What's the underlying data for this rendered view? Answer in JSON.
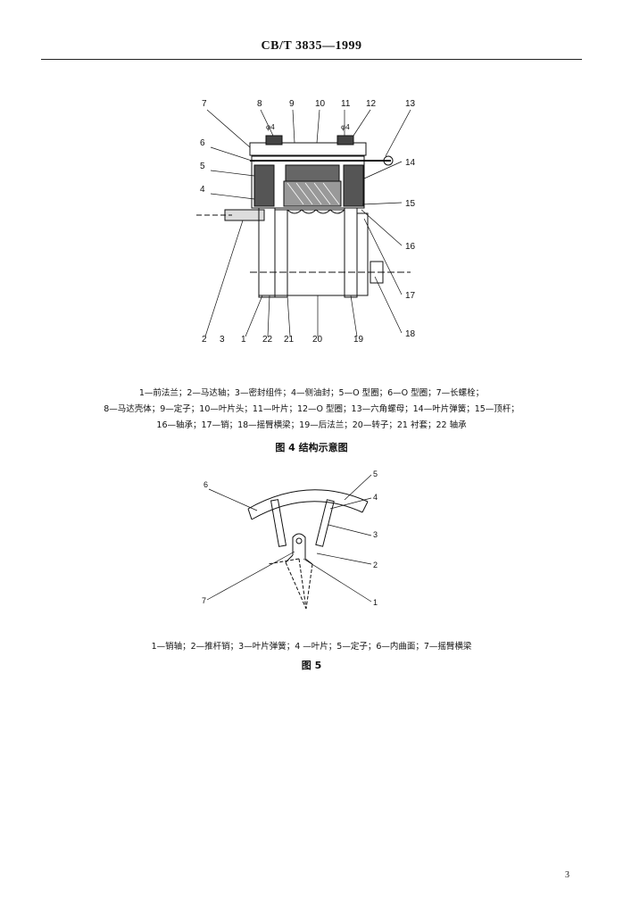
{
  "header": {
    "standard": "CB/T  3835—1999"
  },
  "figure4": {
    "callouts_top": [
      "7",
      "8",
      "9",
      "10",
      "11",
      "12",
      "13"
    ],
    "callouts_left": [
      "6",
      "5",
      "4"
    ],
    "callouts_right": [
      "14",
      "15",
      "16",
      "17",
      "18"
    ],
    "callouts_bottom": [
      "2",
      "3",
      "22",
      "1",
      "21",
      "20",
      "19"
    ],
    "dim_left": "φ4",
    "dim_right": "φ4",
    "legend_lines": [
      "1—前法兰；2—马达轴；3—密封组件；4—侧油封；5—O 型圈；6—O 型圈；7—长螺栓；",
      "8—马达壳体；9—定子；10—叶片头；11—叶片；12—O 型圈；13—六角螺母；14—叶片弹簧；15—顶杆；",
      "16—轴承；17—销；18—摇臂横梁；19—后法兰；20—转子；21  衬套；22  轴承"
    ],
    "title": "图 4   结构示意图"
  },
  "figure5": {
    "callouts": [
      "6",
      "5",
      "4",
      "3",
      "2",
      "1",
      "7"
    ],
    "legend": "1—销轴；2—推杆销；3—叶片弹簧；4 —叶片；5—定子；6—内曲面；7—摇臂横梁",
    "title": "图 5"
  },
  "page_number": "3"
}
